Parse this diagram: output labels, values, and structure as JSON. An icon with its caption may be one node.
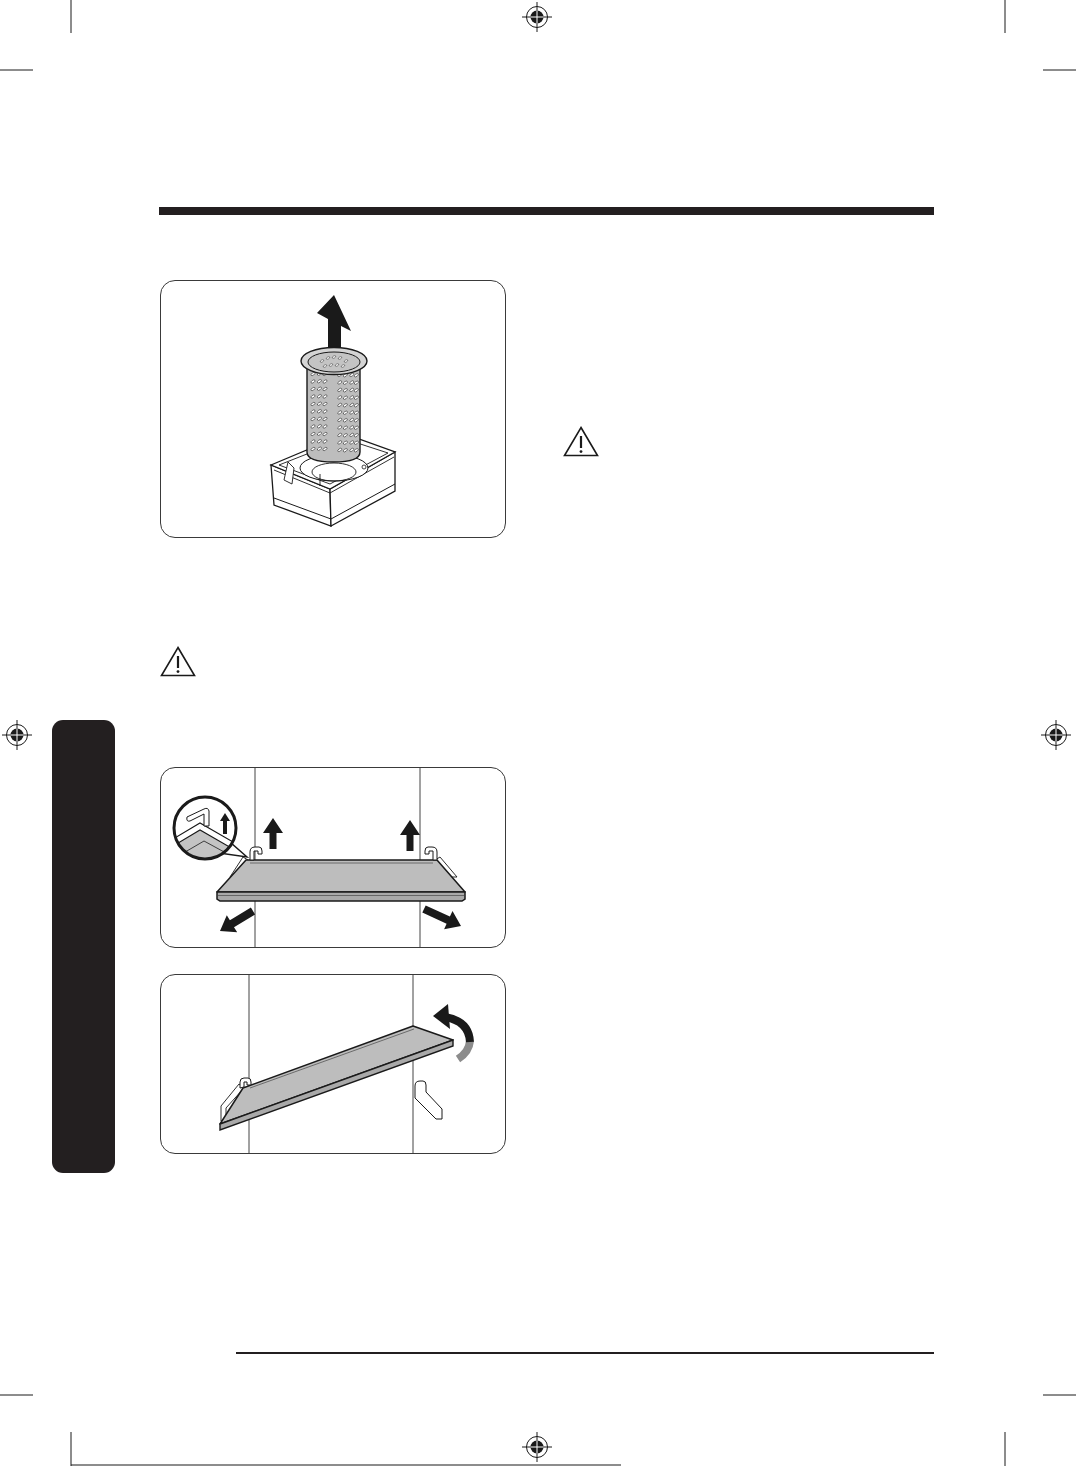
{
  "diagram": {
    "nodes": [
      {
        "text": [],
        "shape": "picture"
      },
      {
        "text": [],
        "shape": "bar"
      },
      {
        "text": [],
        "shape": "picture"
      },
      {
        "text": [],
        "shape": "picture"
      }
    ]
  }
}
